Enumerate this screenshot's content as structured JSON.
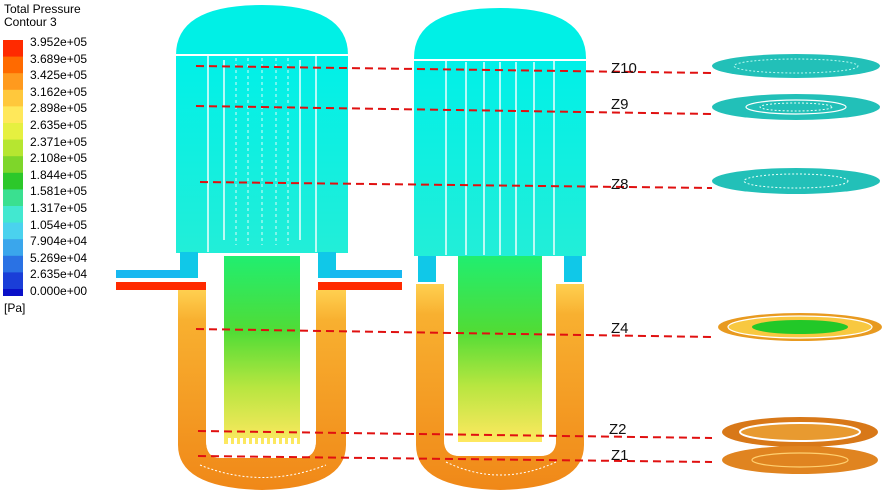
{
  "legend": {
    "title": "Total Pressure",
    "subtitle": "Contour 3",
    "unit": "[Pa]",
    "labels": [
      "3.952e+05",
      "3.689e+05",
      "3.425e+05",
      "3.162e+05",
      "2.898e+05",
      "2.635e+05",
      "2.371e+05",
      "2.108e+05",
      "1.844e+05",
      "1.581e+05",
      "1.317e+05",
      "1.054e+05",
      "7.904e+04",
      "5.269e+04",
      "2.635e+04",
      "0.000e+00"
    ],
    "colors": [
      "#ff2a00",
      "#ff6a00",
      "#ff9a1e",
      "#ffc83c",
      "#ffe85a",
      "#e6f040",
      "#b6e630",
      "#7ed62a",
      "#2cc82a",
      "#3ae090",
      "#42e8d0",
      "#4ad2ee",
      "#3aa6ec",
      "#2a72e4",
      "#1a3ed8",
      "#0a10c8"
    ]
  },
  "zones": {
    "z10": "Z10",
    "z9": "Z9",
    "z8": "Z8",
    "z4": "Z4",
    "z2": "Z2",
    "z1": "Z1"
  },
  "colors": {
    "upper_plenum": "#00f0e8",
    "section_line": "#e01010",
    "downcomer": "#f4a020",
    "inlet_pipe": "#ff2a00",
    "outlet_pipe": "#18b8f0"
  }
}
